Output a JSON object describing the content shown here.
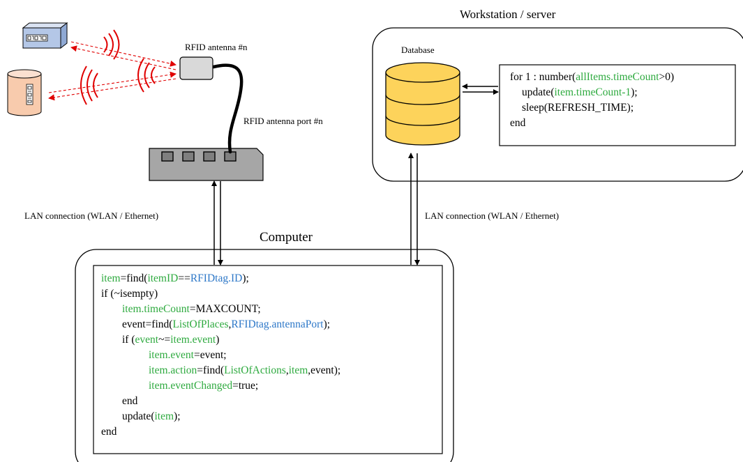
{
  "labels": {
    "workstation_title": "Workstation / server",
    "database": "Database",
    "antenna": "RFID antenna #n",
    "antenna_port": "RFID antenna port #n",
    "lan_left": "LAN connection (WLAN / Ethernet)",
    "lan_right": "LAN connection (WLAN / Ethernet)",
    "computer_title": "Computer"
  },
  "server_code": {
    "l1_a": "for 1 : number(",
    "l1_b": "allItems.timeCount",
    "l1_c": ">0)",
    "l2_a": "update(",
    "l2_b": "item.timeCount-1",
    "l2_c": ");",
    "l3": "sleep(REFRESH_TIME);",
    "l4": "end"
  },
  "computer_code": {
    "l1_a": "item",
    "l1_b": "=find(",
    "l1_c": "itemID",
    "l1_d": "==",
    "l1_e": "RFIDtag.ID",
    "l1_f": ");",
    "l2": "if (~isempty)",
    "l3_a": "item.timeCount",
    "l3_b": "=MAXCOUNT;",
    "l4_a": "event=find(",
    "l4_b": "ListOfPlaces",
    "l4_c": ",",
    "l4_d": "RFIDtag.antennaPort",
    "l4_e": ");",
    "l5_a": "if (",
    "l5_b": "event",
    "l5_c": "~=",
    "l5_d": "item.event",
    "l5_e": ")",
    "l6_a": "item.event",
    "l6_b": "=event;",
    "l7_a": "item.action",
    "l7_b": "=find(",
    "l7_c": "ListOfActions",
    "l7_d": ",",
    "l7_e": "item",
    "l7_f": ",event);",
    "l8_a": "item.eventChanged",
    "l8_b": "=true;",
    "l9": "end",
    "l10_a": "update(",
    "l10_b": "item",
    "l10_c": ");",
    "l11": "end"
  },
  "colors": {
    "database_fill": "#fdd35b",
    "tag_box_fill": "#b4c7e7",
    "tag_cyl_fill": "#f8cbad",
    "switch_fill": "#a6a6a6",
    "signal_red": "#e00000",
    "code_green": "#2eaa3f",
    "code_blue": "#2e78c8"
  }
}
